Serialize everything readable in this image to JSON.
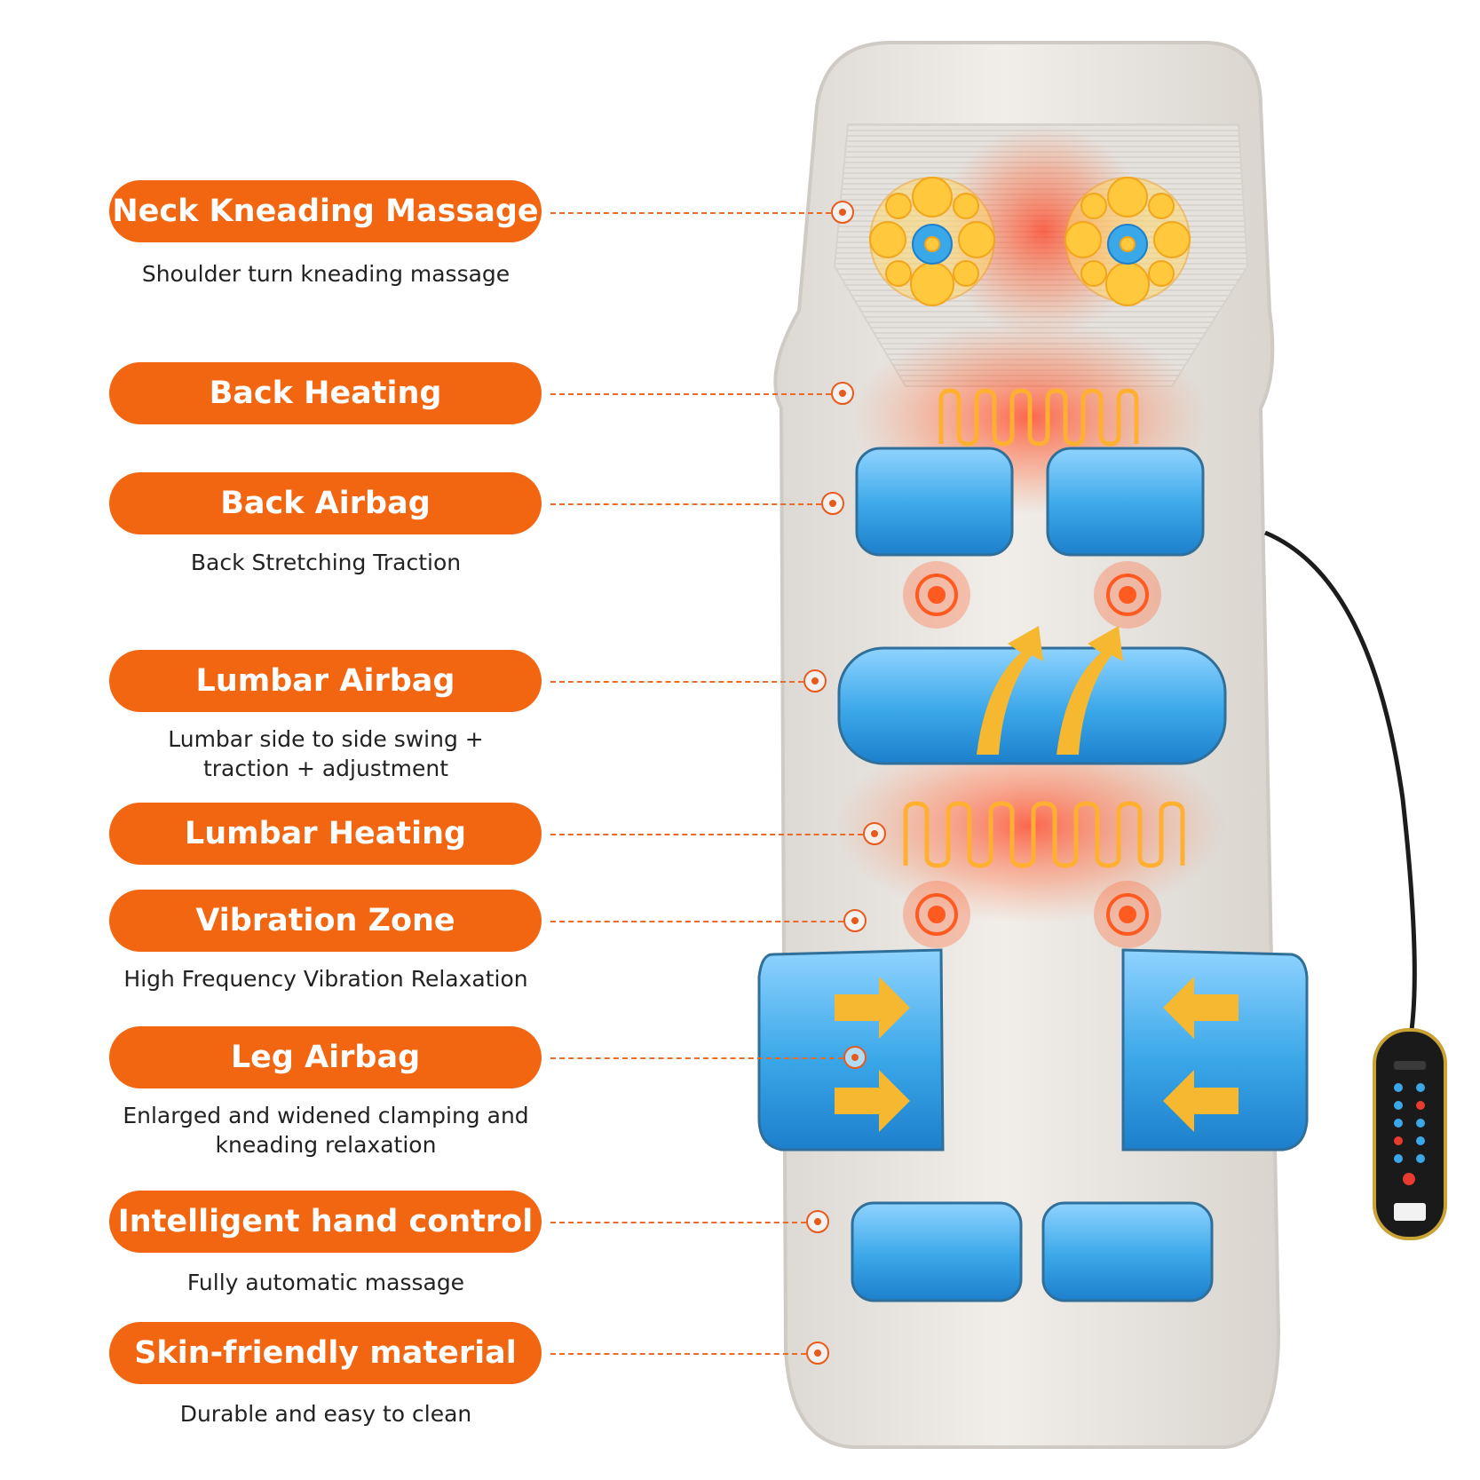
{
  "colors": {
    "pill": "#f26611",
    "pill_text": "#ffffff",
    "caption_text": "#222222",
    "leader": "#ea6a2a",
    "airbag": "#3aa7e8",
    "heat": "#ff5a1f",
    "kneading": "#ffc83d",
    "mat": "#e9e5e0"
  },
  "icons": [
    "target-marker-icon",
    "heating-coil-icon",
    "vibration-node-icon",
    "kneading-head-icon",
    "airbag-arrow-icon",
    "remote-control-icon"
  ],
  "features": [
    {
      "label": "Neck Kneading Massage",
      "caption": "Shoulder turn kneading massage"
    },
    {
      "label": "Back Heating",
      "caption": ""
    },
    {
      "label": "Back Airbag",
      "caption": "Back Stretching Traction"
    },
    {
      "label": "Lumbar Airbag",
      "caption": "Lumbar side to side swing +\ntraction + adjustment"
    },
    {
      "label": "Lumbar Heating",
      "caption": ""
    },
    {
      "label": "Vibration Zone",
      "caption": "High Frequency Vibration Relaxation"
    },
    {
      "label": "Leg Airbag",
      "caption": "Enlarged and widened clamping and\nkneading relaxation"
    },
    {
      "label": "Intelligent hand control",
      "caption": "Fully automatic massage"
    },
    {
      "label": "Skin-friendly material",
      "caption": "Durable and easy to clean"
    }
  ]
}
